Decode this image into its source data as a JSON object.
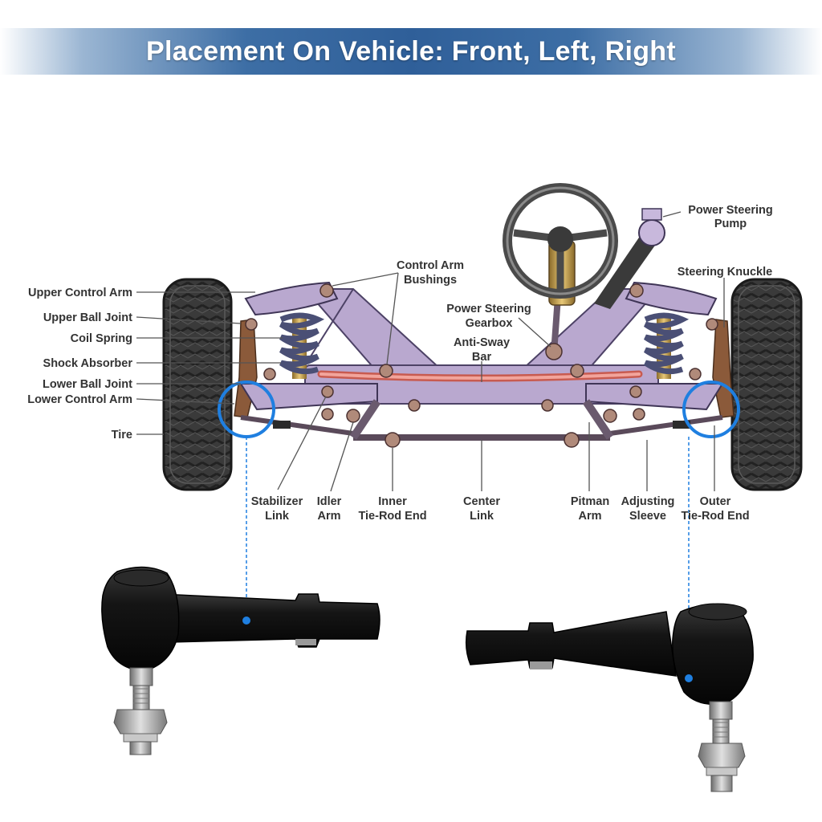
{
  "header": {
    "title": "Placement On Vehicle: Front, Left, Right"
  },
  "colors": {
    "banner": "#2f5f99",
    "frame": "#b9a8cf",
    "spring": "#4a4f75",
    "sway_bar": "#e8847a",
    "highlight_circle": "#1f7fe0",
    "part": "#1c1c1c",
    "label": "#333333"
  },
  "labels": {
    "upper_control_arm": "Upper Control Arm",
    "upper_ball_joint": "Upper Ball Joint",
    "coil_spring": "Coil Spring",
    "shock_absorber": "Shock Absorber",
    "lower_ball_joint": "Lower Ball Joint",
    "lower_control_arm": "Lower Control Arm",
    "tire": "Tire",
    "control_arm_bushings": [
      "Control Arm",
      "Bushings"
    ],
    "power_steering_gearbox": [
      "Power Steering",
      "Gearbox"
    ],
    "anti_sway_bar": [
      "Anti-Sway",
      "Bar"
    ],
    "power_steering_pump": [
      "Power Steering",
      "Pump"
    ],
    "steering_knuckle": "Steering Knuckle",
    "stabilizer_link": [
      "Stabilizer",
      "Link"
    ],
    "idler_arm": [
      "Idler",
      "Arm"
    ],
    "inner_tie_rod_end": [
      "Inner",
      "Tie-Rod End"
    ],
    "center_link": [
      "Center",
      "Link"
    ],
    "pitman_arm": [
      "Pitman",
      "Arm"
    ],
    "adjusting_sleeve": [
      "Adjusting",
      "Sleeve"
    ],
    "outer_tie_rod_end": [
      "Outer",
      "Tie-Rod End"
    ]
  }
}
